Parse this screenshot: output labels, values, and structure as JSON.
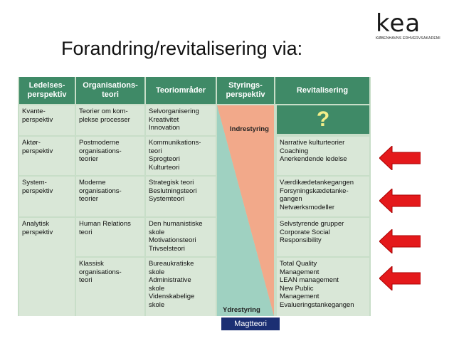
{
  "logo": {
    "word": "kea",
    "sub": "KØBENHAVNS ERHVERVSAKADEMI"
  },
  "title": "Forandring/revitalisering via:",
  "headers": [
    "Ledelses- perspektiv",
    "Organisations- teori",
    "Teoriområder",
    "Styrings- perspektiv",
    "Revitalisering"
  ],
  "rows": [
    {
      "perspektiv": [
        "Kvante-",
        "perspektiv"
      ],
      "org": [
        "Teorier om kom-",
        "plekse processer"
      ],
      "teori": [
        "Selvorganisering",
        "Kreativitet",
        "Innovation"
      ]
    },
    {
      "perspektiv": [
        "Aktør-",
        "perspektiv"
      ],
      "org": [
        "Postmoderne",
        "organisations-",
        "teorier"
      ],
      "teori": [
        "Kommunikations-",
        "teori",
        "Sprogteori",
        "Kulturteori"
      ],
      "revit": [
        "Narrative kulturteorier",
        "Coaching",
        "Anerkendende ledelse"
      ]
    },
    {
      "perspektiv": [
        "System-",
        "perspektiv"
      ],
      "org": [
        "Moderne",
        "organisations-",
        "teorier"
      ],
      "teori": [
        "Strategisk teori",
        "Beslutningsteori",
        "Systemteori"
      ],
      "revit": [
        "Værdikædetankegangen",
        "Forsyningskædetanke-",
        "gangen",
        "Netværksmodeller"
      ]
    },
    {
      "perspektiv": [
        "Analytisk",
        "perspektiv"
      ],
      "org": [
        "Human Relations",
        "teori"
      ],
      "teori": [
        "Den humanistiske",
        "skole",
        "Motivationsteori",
        "Trivselsteori"
      ],
      "revit": [
        "Selvstyrende grupper",
        "Corporate Social",
        "Responsibility"
      ]
    },
    {
      "perspektiv": [],
      "org": [
        "Klassisk",
        "organisations-",
        "teori"
      ],
      "teori": [
        "Bureaukratiske",
        "skole",
        "Administrative",
        "skole",
        "Videnskabelige",
        "skole"
      ],
      "revit": [
        "Total Quality",
        "Management",
        "LEAN management",
        "New Public",
        "Management",
        "Evalueringstankegangen"
      ]
    }
  ],
  "question_mark": "?",
  "styring": {
    "inde": "Indrestyring",
    "yde": "Ydrestyring"
  },
  "magt": "Magtteori",
  "colors": {
    "header": "#3f8a67",
    "cell": "#d9e7d7",
    "indre": "#f2a98a",
    "ydre": "#9fd1c1",
    "question": "#f2ee8a",
    "arrow": "#e4191b",
    "magt": "#1b2f73"
  },
  "arrow_icons": [
    "left-arrow-icon",
    "left-arrow-icon",
    "left-arrow-icon",
    "left-arrow-icon"
  ]
}
